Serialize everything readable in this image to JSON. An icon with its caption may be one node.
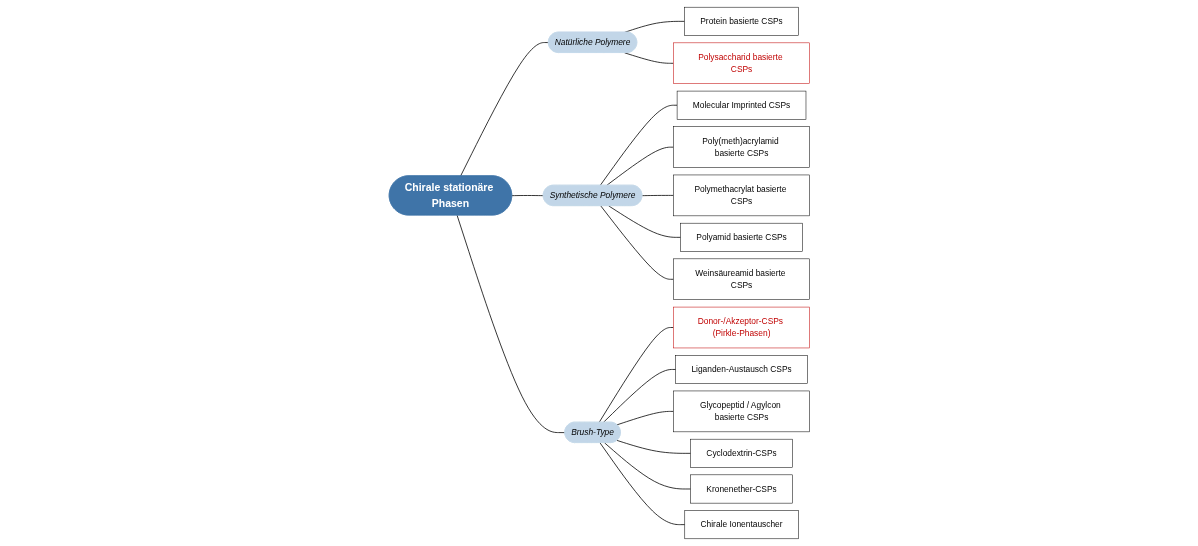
{
  "diagram": {
    "nodes": [
      {
        "text": [
          "Chirale stationäre Phasen"
        ]
      },
      {
        "text": [
          "Natürliche Polymere"
        ]
      },
      {
        "text": [
          "Protein basierte CSPs"
        ]
      },
      {
        "text": [
          "Polysaccharid basierte CSPs"
        ]
      },
      {
        "text": [
          "Synthetische Polymere"
        ]
      },
      {
        "text": [
          "Molecular Imprinted CSPs"
        ]
      },
      {
        "text": [
          "Poly(meth)acrylamid basierte CSPs"
        ]
      },
      {
        "text": [
          "Polymethacrylat basierte CSPs"
        ]
      },
      {
        "text": [
          "Polyamid basierte CSPs"
        ]
      },
      {
        "text": [
          "Weinsäureamid basierte CSPs"
        ]
      },
      {
        "text": [
          "Brush-Type"
        ]
      },
      {
        "text": [
          "Donor-/Akzeptor-CSPs (Pirkle-Phasen)"
        ]
      },
      {
        "text": [
          "Liganden-Austausch CSPs"
        ]
      },
      {
        "text": [
          "Glycopeptid / Agylcon basierte CSPs"
        ]
      },
      {
        "text": [
          "Cyclodextrin-CSPs"
        ]
      },
      {
        "text": [
          "Kronenether-CSPs"
        ]
      },
      {
        "text": [
          "Chirale Ionentauscher"
        ]
      }
    ],
    "edges": [
      {
        "from": 0,
        "to": 1,
        "arrow": "none"
      },
      {
        "from": 1,
        "to": 2,
        "arrow": "none"
      },
      {
        "from": 1,
        "to": 3,
        "arrow": "none"
      },
      {
        "from": 0,
        "to": 4,
        "arrow": "none"
      },
      {
        "from": 4,
        "to": 5,
        "arrow": "none"
      },
      {
        "from": 4,
        "to": 6,
        "arrow": "none"
      },
      {
        "from": 4,
        "to": 7,
        "arrow": "none"
      },
      {
        "from": 4,
        "to": 8,
        "arrow": "none"
      },
      {
        "from": 4,
        "to": 9,
        "arrow": "none"
      },
      {
        "from": 0,
        "to": 10,
        "arrow": "none"
      },
      {
        "from": 10,
        "to": 11,
        "arrow": "none"
      },
      {
        "from": 10,
        "to": 12,
        "arrow": "none"
      },
      {
        "from": 10,
        "to": 13,
        "arrow": "none"
      },
      {
        "from": 10,
        "to": 14,
        "arrow": "none"
      },
      {
        "from": 10,
        "to": 15,
        "arrow": "none"
      },
      {
        "from": 10,
        "to": 16,
        "arrow": "none"
      }
    ]
  }
}
